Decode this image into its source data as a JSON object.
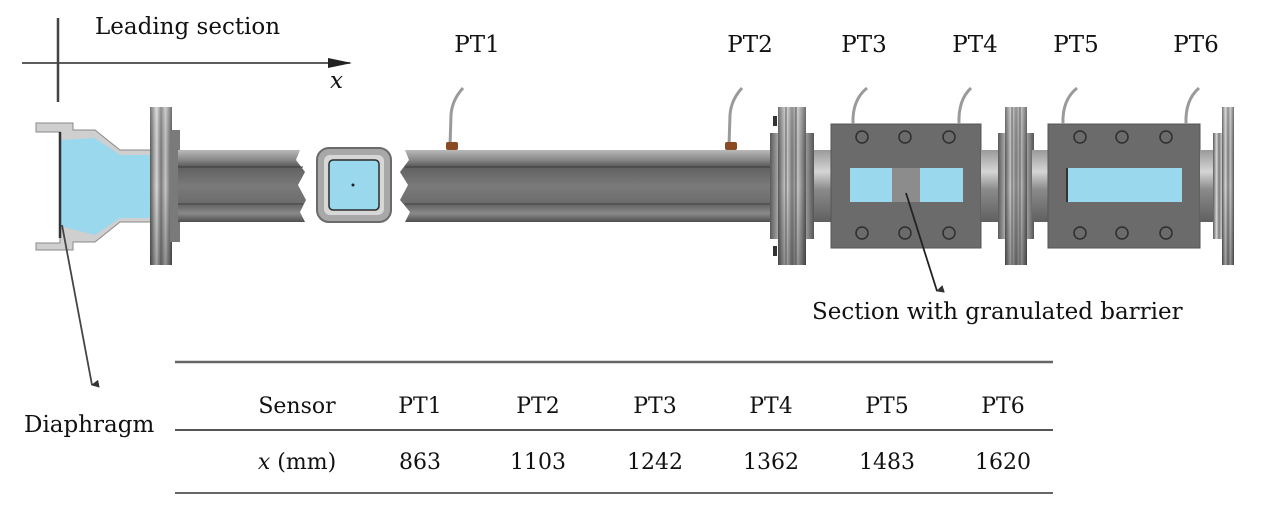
{
  "diagram": {
    "axis": {
      "section_label": "Leading section",
      "axis_symbol": "x"
    },
    "sensors": [
      {
        "id": "PT1",
        "label": "PT1"
      },
      {
        "id": "PT2",
        "label": "PT2"
      },
      {
        "id": "PT3",
        "label": "PT3"
      },
      {
        "id": "PT4",
        "label": "PT4"
      },
      {
        "id": "PT5",
        "label": "PT5"
      },
      {
        "id": "PT6",
        "label": "PT6"
      }
    ],
    "annotations": {
      "diaphragm": "Diaphragm",
      "barrier_section": "Section with granulated barrier"
    },
    "colors": {
      "fluid": "#9ad8ee",
      "steel": "#6e6e6e",
      "steel_light": "#c9c9c9",
      "box": "#6a6a6a",
      "sensor_base": "#8a4a22"
    }
  },
  "table": {
    "header_label": "Sensor",
    "row_label_var": "x",
    "row_label_unit": "(mm)",
    "columns": [
      "PT1",
      "PT2",
      "PT3",
      "PT4",
      "PT5",
      "PT6"
    ],
    "positions_mm": [
      "863",
      "1103",
      "1242",
      "1362",
      "1483",
      "1620"
    ]
  }
}
